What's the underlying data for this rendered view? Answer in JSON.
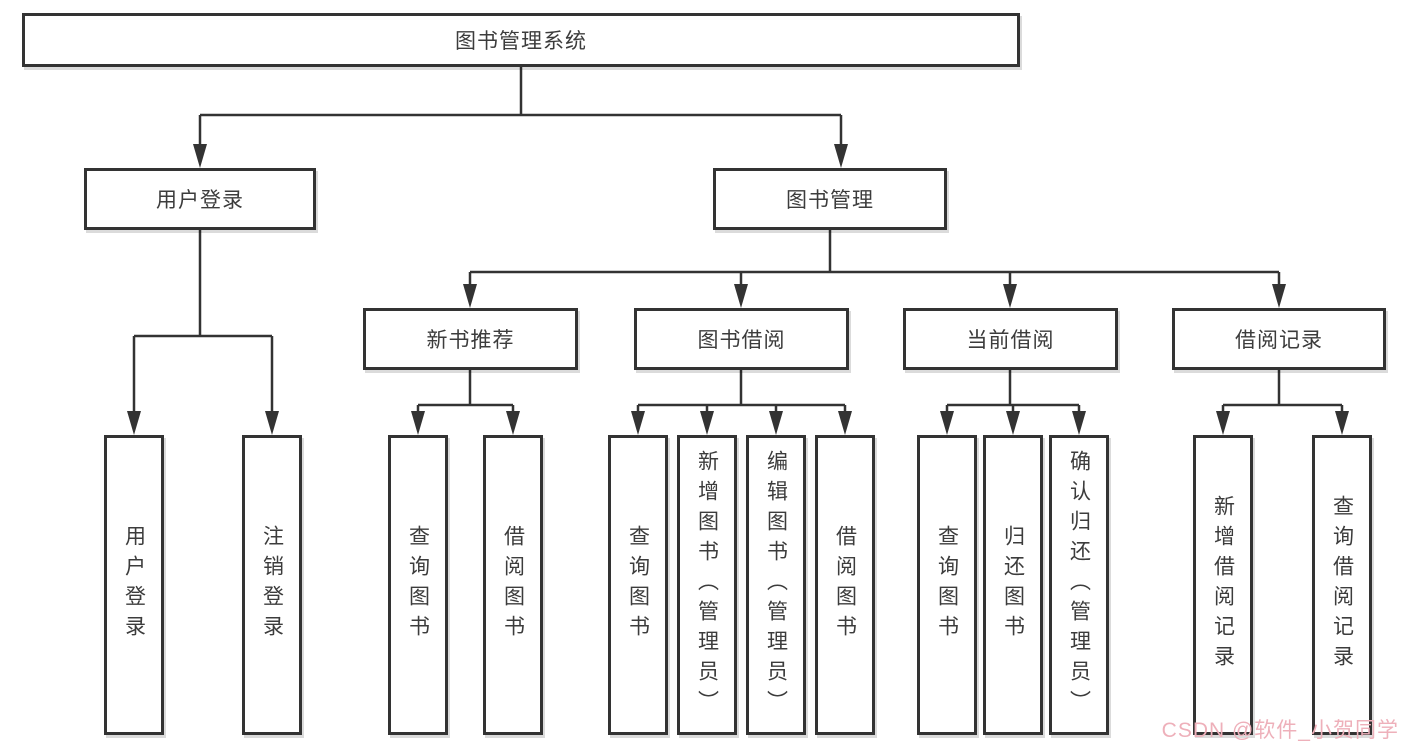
{
  "tree": {
    "label": "图书管理系统",
    "children": [
      {
        "label": "用户登录",
        "children": [
          {
            "label": "用户登录"
          },
          {
            "label": "注销登录"
          }
        ]
      },
      {
        "label": "图书管理",
        "children": [
          {
            "label": "新书推荐",
            "children": [
              {
                "label": "查询图书"
              },
              {
                "label": "借阅图书"
              }
            ]
          },
          {
            "label": "图书借阅",
            "children": [
              {
                "label": "查询图书"
              },
              {
                "label": "新增图书（管理员）"
              },
              {
                "label": "编辑图书（管理员）"
              },
              {
                "label": "借阅图书"
              }
            ]
          },
          {
            "label": "当前借阅",
            "children": [
              {
                "label": "查询图书"
              },
              {
                "label": "归还图书"
              },
              {
                "label": "确认归还（管理员）"
              }
            ]
          },
          {
            "label": "借阅记录",
            "children": [
              {
                "label": "新增借阅记录"
              },
              {
                "label": "查询借阅记录"
              }
            ]
          }
        ]
      }
    ]
  },
  "watermark": {
    "text": "CSDN @软件_小贺同学",
    "color": "#eeb0ba"
  },
  "colors": {
    "line": "#333333",
    "box_border": "#333333",
    "text": "#3c3c3c",
    "background": "#ffffff"
  }
}
